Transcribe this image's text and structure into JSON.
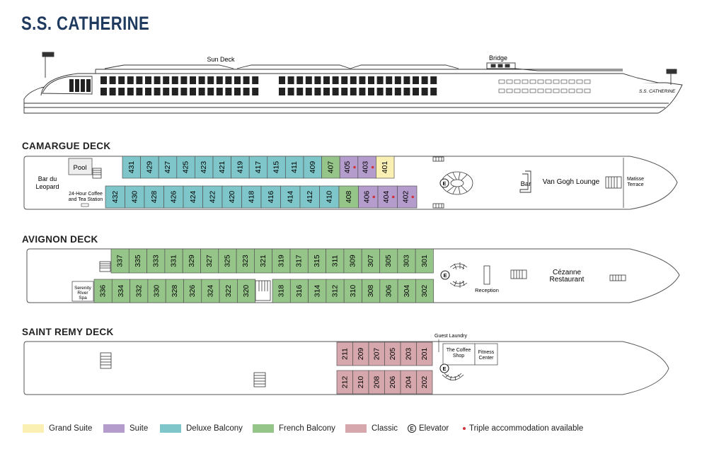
{
  "ship_name": "S.S. CATHERINE",
  "profile": {
    "sun_deck_label": "Sun Deck",
    "bridge_label": "Bridge",
    "hull_name": "S.S. CATHERINE"
  },
  "decks": {
    "camargue": {
      "title": "CAMARGUE DECK",
      "labels": {
        "pool": "Pool",
        "bar_du_leopard_1": "Bar du",
        "bar_du_leopard_2": "Leopard",
        "coffee_1": "24-Hour Coffee",
        "coffee_2": "and Tea Station",
        "bar": "Bar",
        "lounge": "Van Gogh Lounge",
        "terrace_1": "Matisse",
        "terrace_2": "Terrace"
      },
      "top_cabins": [
        {
          "n": "431",
          "c": "deluxe"
        },
        {
          "n": "429",
          "c": "deluxe"
        },
        {
          "n": "427",
          "c": "deluxe"
        },
        {
          "n": "425",
          "c": "deluxe"
        },
        {
          "n": "423",
          "c": "deluxe"
        },
        {
          "n": "421",
          "c": "deluxe"
        },
        {
          "n": "419",
          "c": "deluxe"
        },
        {
          "n": "417",
          "c": "deluxe"
        },
        {
          "n": "415",
          "c": "deluxe"
        },
        {
          "n": "411",
          "c": "deluxe"
        },
        {
          "n": "409",
          "c": "deluxe"
        },
        {
          "n": "407",
          "c": "french"
        },
        {
          "n": "405",
          "c": "suite",
          "t": true
        },
        {
          "n": "403",
          "c": "suite",
          "t": true
        },
        {
          "n": "401",
          "c": "grand"
        }
      ],
      "bottom_cabins": [
        {
          "n": "432",
          "c": "deluxe"
        },
        {
          "n": "430",
          "c": "deluxe"
        },
        {
          "n": "428",
          "c": "deluxe"
        },
        {
          "n": "426",
          "c": "deluxe"
        },
        {
          "n": "424",
          "c": "deluxe"
        },
        {
          "n": "422",
          "c": "deluxe"
        },
        {
          "n": "420",
          "c": "deluxe"
        },
        {
          "n": "418",
          "c": "deluxe"
        },
        {
          "n": "416",
          "c": "deluxe"
        },
        {
          "n": "414",
          "c": "deluxe"
        },
        {
          "n": "412",
          "c": "deluxe"
        },
        {
          "n": "410",
          "c": "deluxe"
        },
        {
          "n": "408",
          "c": "french"
        },
        {
          "n": "406",
          "c": "suite",
          "t": true
        },
        {
          "n": "404",
          "c": "suite",
          "t": true
        },
        {
          "n": "402",
          "c": "suite",
          "t": true
        }
      ]
    },
    "avignon": {
      "title": "AVIGNON DECK",
      "labels": {
        "spa_1": "Serenity",
        "spa_2": "River",
        "spa_3": "Spa",
        "reception": "Reception",
        "restaurant_1": "Cézanne",
        "restaurant_2": "Restaurant"
      },
      "top_cabins": [
        "337",
        "335",
        "333",
        "331",
        "329",
        "327",
        "325",
        "323",
        "321",
        "319",
        "317",
        "315",
        "311",
        "309",
        "307",
        "305",
        "303",
        "301"
      ],
      "bottom_cabins": [
        "336",
        "334",
        "332",
        "330",
        "328",
        "326",
        "324",
        "322",
        "320",
        "318",
        "316",
        "314",
        "312",
        "310",
        "308",
        "306",
        "304",
        "302"
      ]
    },
    "saint_remy": {
      "title": "SAINT REMY DECK",
      "labels": {
        "laundry": "Guest Laundry",
        "coffee_shop_1": "The Coffee",
        "coffee_shop_2": "Shop",
        "fitness_1": "Fitness",
        "fitness_2": "Center"
      },
      "top_cabins": [
        "211",
        "209",
        "207",
        "205",
        "203",
        "201"
      ],
      "bottom_cabins": [
        "212",
        "210",
        "208",
        "206",
        "204",
        "202"
      ]
    }
  },
  "elevator_glyph": "E",
  "legend": [
    {
      "key": "grand",
      "label": "Grand Suite",
      "color": "#fbf0b4"
    },
    {
      "key": "suite",
      "label": "Suite",
      "color": "#b49ccd"
    },
    {
      "key": "deluxe",
      "label": "Deluxe Balcony",
      "color": "#7ec6c9"
    },
    {
      "key": "french",
      "label": "French Balcony",
      "color": "#96c58a"
    },
    {
      "key": "classic",
      "label": "Classic",
      "color": "#d6a8ad"
    }
  ],
  "legend_elevator": "Elevator",
  "legend_triple": "Triple accommodation available",
  "colors": {
    "grand": "#fbf0b4",
    "suite": "#b49ccd",
    "deluxe": "#7ec6c9",
    "french": "#96c58a",
    "classic": "#d6a8ad",
    "title": "#1f3a5f",
    "triple_dot": "#d0343a"
  }
}
